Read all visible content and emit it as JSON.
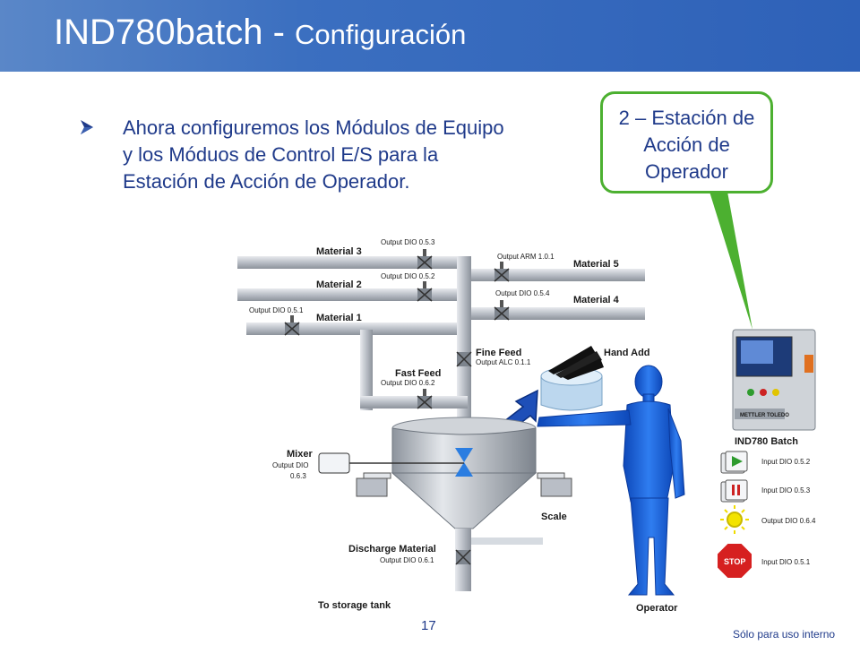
{
  "slide": {
    "title_main": "IND780batch - ",
    "title_sub": "Configuración",
    "bullet": "Ahora configuremos los Módulos de Equipo y los Móduos de Control E/S para la Estación de Acción de Operador.",
    "callout": "2 – Estación de Acción de Operador",
    "page_number": "17",
    "footer_note": "Sólo para uso interno"
  },
  "diagram": {
    "material3": "Material 3",
    "material2": "Material 2",
    "material1": "Material 1",
    "material5": "Material 5",
    "material4": "Material 4",
    "out_dio_053": "Output DIO 0.5.3",
    "out_dio_052": "Output DIO 0.5.2",
    "out_dio_051": "Output DIO 0.5.1",
    "out_arm_101": "Output ARM 1.0.1",
    "out_dio_054": "Output DIO 0.5.4",
    "fine_feed": "Fine Feed",
    "out_alc_011": "Output ALC 0.1.1",
    "fast_feed": "Fast Feed",
    "out_dio_062": "Output DIO 0.6.2",
    "hand_add": "Hand Add",
    "mixer": "Mixer",
    "mixer_out_1": "Output DIO",
    "mixer_out_2": "0.6.3",
    "scale": "Scale",
    "discharge": "Discharge Material",
    "out_dio_061": "Output DIO 0.6.1",
    "storage": "To storage tank",
    "operator": "Operator",
    "terminal_name": "IND780 Batch",
    "brand": "METTLER TOLEDO",
    "in_dio_052": "Input DIO 0.5.2",
    "in_dio_053": "Input DIO 0.5.3",
    "out_dio_064": "Output DIO 0.6.4",
    "in_dio_051": "Input DIO 0.5.1",
    "stop_label": "STOP"
  },
  "colors": {
    "header": "#3b6fc0",
    "text_blue": "#1f3a8a",
    "callout_border": "#4cb030",
    "operator_blue": "#1565d8",
    "pipe": "#c8ccd2"
  }
}
